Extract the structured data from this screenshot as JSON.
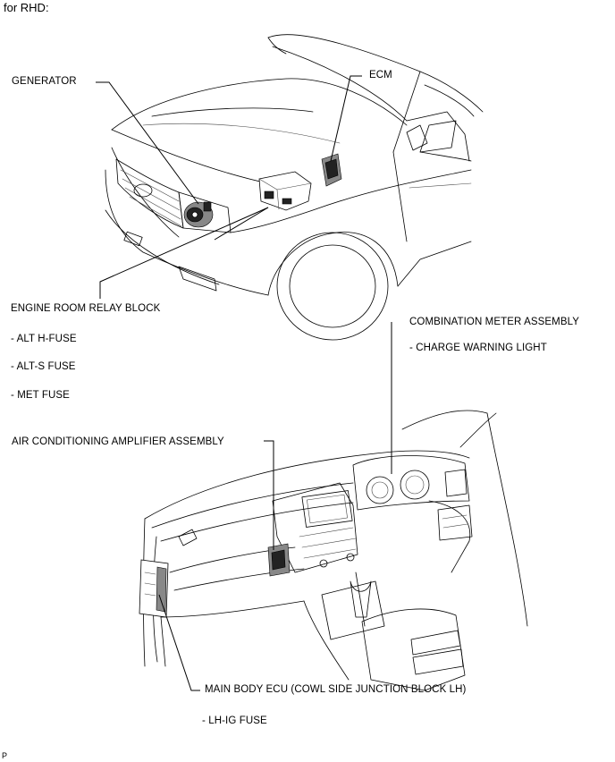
{
  "header": {
    "title": "for RHD:"
  },
  "callouts": {
    "generator": "GENERATOR",
    "ecm": "ECM",
    "engine_room_relay_block": "ENGINE ROOM RELAY BLOCK",
    "alt_h_fuse": "- ALT H-FUSE",
    "alt_s_fuse": "- ALT-S FUSE",
    "met_fuse": "- MET FUSE",
    "combination_meter_assembly": "COMBINATION METER ASSEMBLY",
    "charge_warning_light": "- CHARGE WARNING LIGHT",
    "air_conditioning_amplifier_assembly": "AIR CONDITIONING AMPLIFIER ASSEMBLY",
    "main_body_ecu": "MAIN BODY ECU (COWL SIDE JUNCTION BLOCK LH)",
    "lh_ig_fuse": "- LH-IG FUSE"
  },
  "footer": {
    "code": "P"
  }
}
